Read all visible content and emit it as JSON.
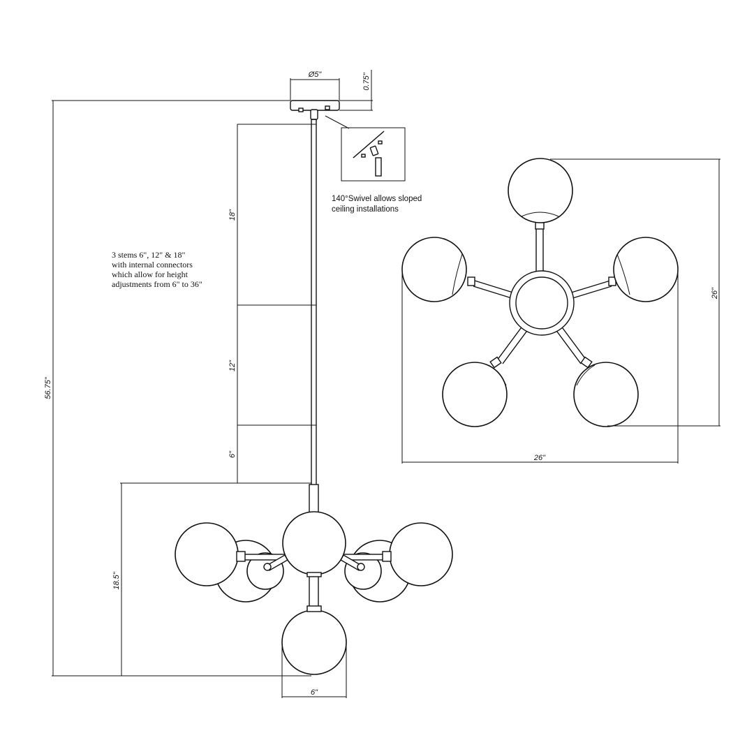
{
  "dimensions": {
    "canopy_diameter": "Ø5\"",
    "canopy_height": "0.75\"",
    "stem_18": "18\"",
    "stem_12": "12\"",
    "stem_6": "6\"",
    "overall_height": "56.75\"",
    "fixture_height": "18.5\"",
    "globe_width": "6\"",
    "top_view_height": "26\"",
    "top_view_width": "26\""
  },
  "notes": {
    "swivel": [
      "140°Swivel allows sloped",
      "ceiling installations"
    ],
    "stems": [
      "3 stems 6\", 12\" & 18\"",
      "with internal connectors",
      "which allow for height",
      "adjustments from 6\" to 36\""
    ]
  }
}
